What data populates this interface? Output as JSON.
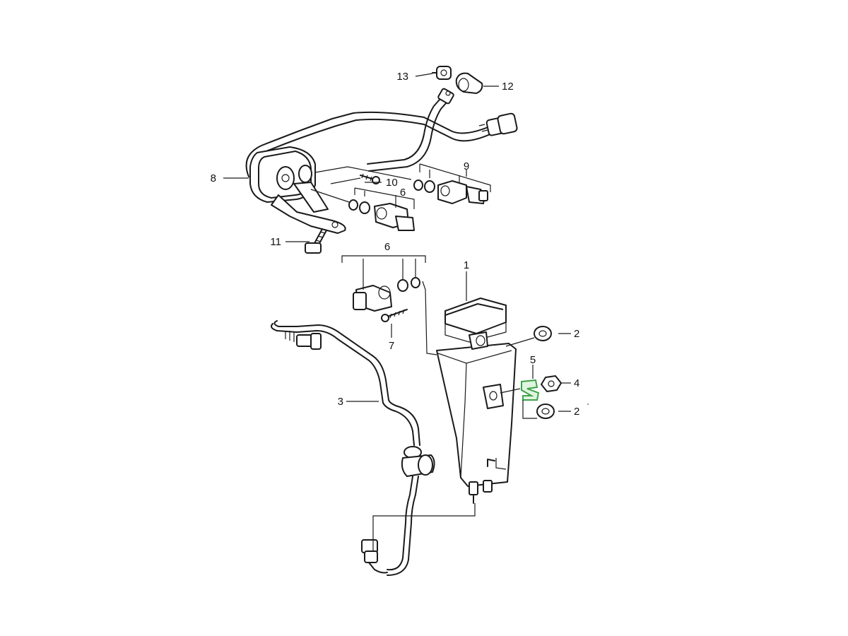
{
  "callouts": [
    {
      "id": "1",
      "label": "1"
    },
    {
      "id": "2a",
      "label": "2"
    },
    {
      "id": "2b",
      "label": "2"
    },
    {
      "id": "3",
      "label": "3"
    },
    {
      "id": "4",
      "label": "4"
    },
    {
      "id": "5",
      "label": "5"
    },
    {
      "id": "6a",
      "label": "6"
    },
    {
      "id": "6b",
      "label": "6"
    },
    {
      "id": "7",
      "label": "7"
    },
    {
      "id": "8",
      "label": "8"
    },
    {
      "id": "9",
      "label": "9"
    },
    {
      "id": "10",
      "label": "10"
    },
    {
      "id": "11",
      "label": "11"
    },
    {
      "id": "12",
      "label": "12"
    },
    {
      "id": "13",
      "label": "13"
    }
  ],
  "colors": {
    "line": "#1a1a1a",
    "highlight_stroke": "#3fa24a",
    "highlight_fill": "#dff5df",
    "background": "#ffffff"
  },
  "highlighted_part": "5"
}
